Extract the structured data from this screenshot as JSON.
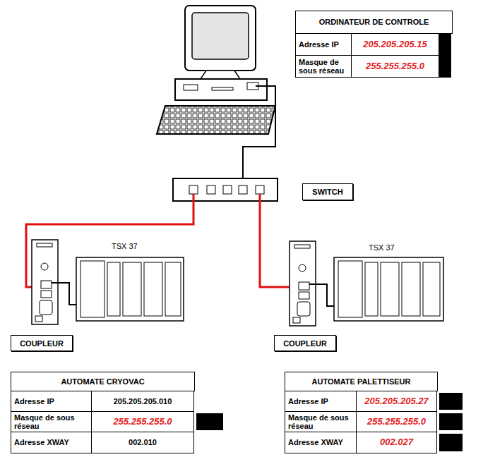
{
  "diagram": {
    "nodes": [
      {
        "text": [
          "ORDINATEUR DE CONTROLE",
          "Adresse IP",
          "205.205.205.15",
          "Masque de sous réseau",
          "255.255.255.0"
        ]
      },
      {
        "text": [
          "SWITCH"
        ]
      },
      {
        "text": [
          "COUPLEUR"
        ]
      },
      {
        "text": [
          "COUPLEUR"
        ]
      },
      {
        "text": [
          "AUTOMATE CRYOVAC",
          "Adresse IP",
          "205.205.205.010",
          "Masque de sous réseau",
          "255.255.255.0",
          "Adresse XWAY",
          "002.010"
        ]
      },
      {
        "text": [
          "AUTOMATE PALETTISEUR",
          "Adresse IP",
          "205.205.205.27",
          "Masque de sous réseau",
          "255.255.255.0",
          "Adresse XWAY",
          "002.027"
        ]
      }
    ],
    "labels": [
      "TSX 37",
      "TSX 37"
    ]
  }
}
